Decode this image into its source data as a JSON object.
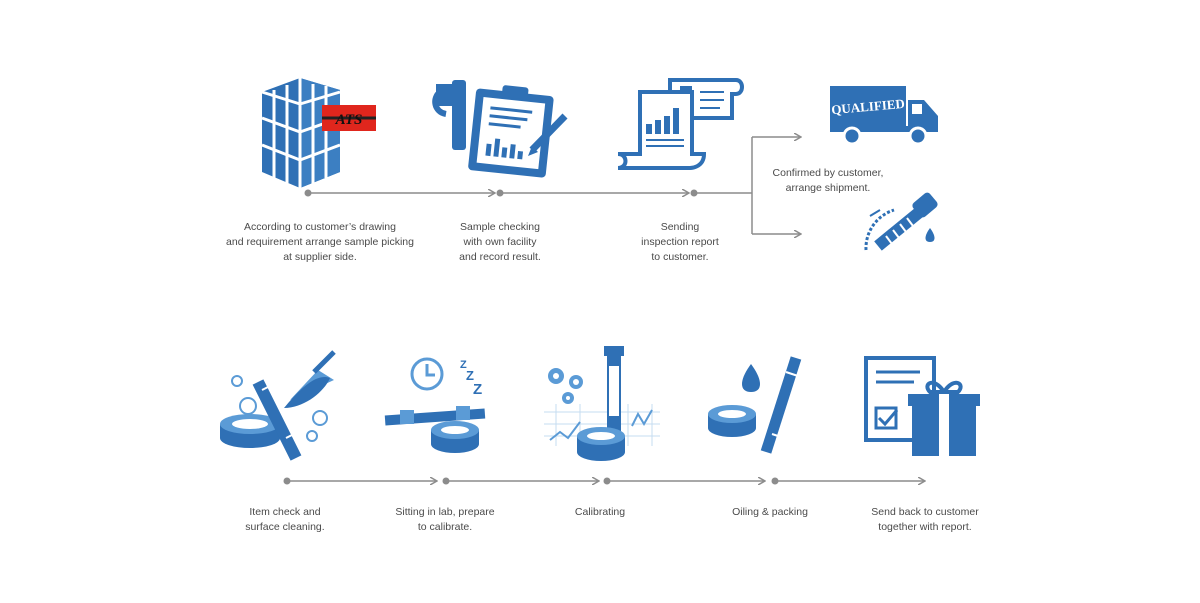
{
  "colors": {
    "primary_blue": "#2f70b5",
    "light_blue": "#5b9bd6",
    "pale_blue": "#c6dcf0",
    "line_gray": "#8c8c8c",
    "badge_red": "#e0261d",
    "text_gray": "#4a4a4a"
  },
  "top_row": {
    "steps": [
      {
        "icon": "cube-icon",
        "badge_text": "ATS",
        "label": "According to customer’s drawing\nand requirement arrange sample picking\nat supplier side."
      },
      {
        "icon": "clipboard-check-icon",
        "label": "Sample checking\nwith own facility\nand record result."
      },
      {
        "icon": "report-scroll-icon",
        "label": "Sending\ninspection report\nto customer."
      }
    ],
    "branch": {
      "truck_label": "QUALIFIED",
      "confirmed_label": "Confirmed by customer,\narrange shipment.",
      "repair_icon": "screw-oil-icon"
    }
  },
  "bottom_row": {
    "steps": [
      {
        "icon": "cleaning-icon",
        "label": "Item check and\nsurface cleaning."
      },
      {
        "icon": "clock-sleep-icon",
        "label": "Sitting in lab, prepare\nto calibrate."
      },
      {
        "icon": "gears-chart-icon",
        "label": "Calibrating"
      },
      {
        "icon": "oil-drop-icon",
        "label": "Oiling & packing"
      },
      {
        "icon": "gift-report-icon",
        "label": "Send back to customer\ntogether with report."
      }
    ]
  }
}
